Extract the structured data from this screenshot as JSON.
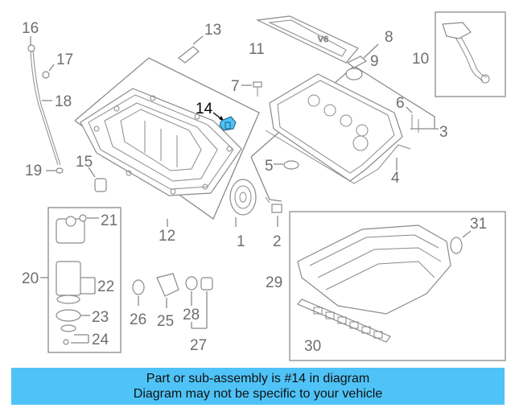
{
  "diagram": {
    "highlighted_part": "14",
    "callouts": [
      "1",
      "2",
      "3",
      "4",
      "5",
      "6",
      "7",
      "8",
      "9",
      "10",
      "11",
      "12",
      "13",
      "14",
      "15",
      "16",
      "17",
      "18",
      "19",
      "20",
      "21",
      "22",
      "23",
      "24",
      "25",
      "26",
      "27",
      "28",
      "29",
      "30",
      "31"
    ]
  },
  "banner": {
    "line1": "Part or sub-assembly is #14 in diagram",
    "line2": "Diagram may not be specific to your vehicle"
  },
  "colors": {
    "banner_bg": "#4fc3f7",
    "highlight_part": "#4fc3f7",
    "line": "#8a8a8a"
  }
}
